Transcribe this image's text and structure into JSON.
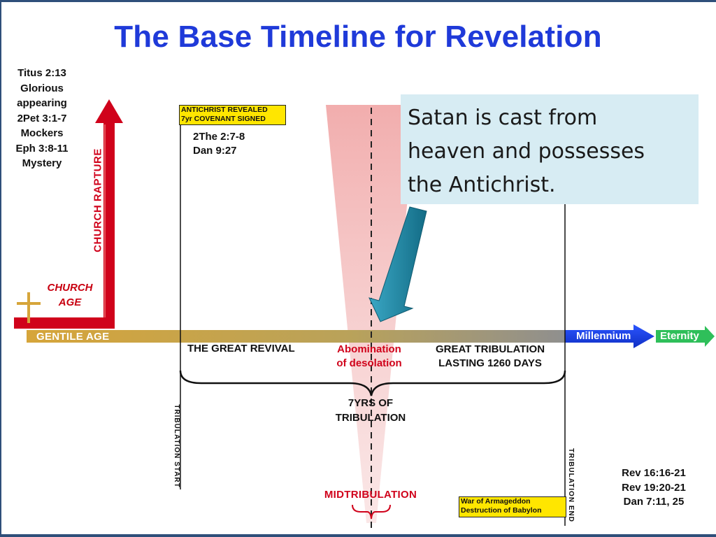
{
  "title": "The Base Timeline for Revelation",
  "left_refs": [
    "Titus 2:13",
    "Glorious",
    "appearing",
    "2Pet 3:1-7",
    "Mockers",
    "Eph 3:8-11",
    "Mystery"
  ],
  "rapture_label": "CHURCH RAPTURE",
  "church_age": [
    "CHURCH",
    "AGE"
  ],
  "timeline": {
    "gentile_age": "GENTILE AGE",
    "millennium": "Millennium",
    "eternity": "Eternity"
  },
  "antichrist_box": [
    "ANTICHRIST REVEALED",
    "7yr COVENANT SIGNED"
  ],
  "antichrist_refs": [
    "2The 2:7-8",
    "Dan 9:27"
  ],
  "great_revival": "THE GREAT REVIVAL",
  "abomination": [
    "Abomination",
    "of desolation"
  ],
  "great_tribulation": [
    "GREAT TRIBULATION",
    "LASTING 1260 DAYS"
  ],
  "seven_years": [
    "7YRS OF",
    "TRIBULATION"
  ],
  "tribulation_start": "TRIBULATION START",
  "tribulation_end": "TRIBULATION END",
  "midtribulation": "MIDTRIBULATION",
  "war_box": [
    "War of Armageddon",
    "Destruction of Babylon"
  ],
  "right_refs": [
    "Rev 16:16-21",
    "Rev 19:20-21",
    "Dan 7:11, 25"
  ],
  "callout": [
    "Satan is cast  from",
    "heaven and  possesses",
    "the Antichrist."
  ],
  "colors": {
    "title": "#1f3ad9",
    "rapture_red": "#d0021b",
    "gold": "#c99a2e",
    "millennium_blue": "#1238d8",
    "eternity_green": "#2fbf5a",
    "callout_bg": "#d7ecf3",
    "callout_arrow": "#1b7f9a",
    "yellow_box": "#ffe600"
  }
}
